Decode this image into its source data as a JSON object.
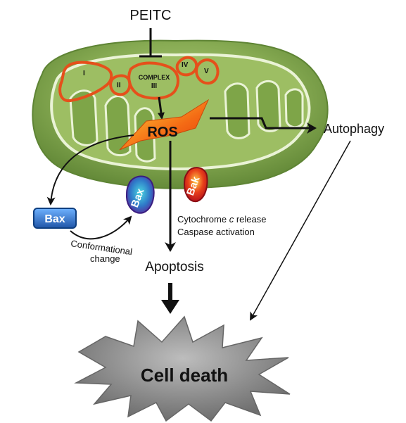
{
  "inhibitor": "PEITC",
  "complexes": {
    "c1": "I",
    "c2": "II",
    "c3_line1": "COMPLEX",
    "c3_line2": "III",
    "c4": "IV",
    "c5": "V"
  },
  "ros": "ROS",
  "proteins": {
    "bax_free": "Bax",
    "bax_bound": "Bax",
    "bak": "Bak"
  },
  "labels": {
    "conformational_line1": "Conformational",
    "conformational_line2": "change",
    "cytochrome_prefix": "Cytochrome ",
    "cytochrome_italic": "c",
    "cytochrome_suffix": " release",
    "caspase": "Caspase activation",
    "autophagy": "Autophagy",
    "apoptosis": "Apoptosis",
    "cell_death": "Cell death"
  },
  "colors": {
    "mito_outer": "#7aa046",
    "mito_inner": "#a9c86e",
    "complex_outline": "#e5501b",
    "ros_orange": "#f46a14",
    "bax_blue": "#2f78c8",
    "bak_red": "#d61e1e",
    "star_gray": "#8c8c8c"
  }
}
